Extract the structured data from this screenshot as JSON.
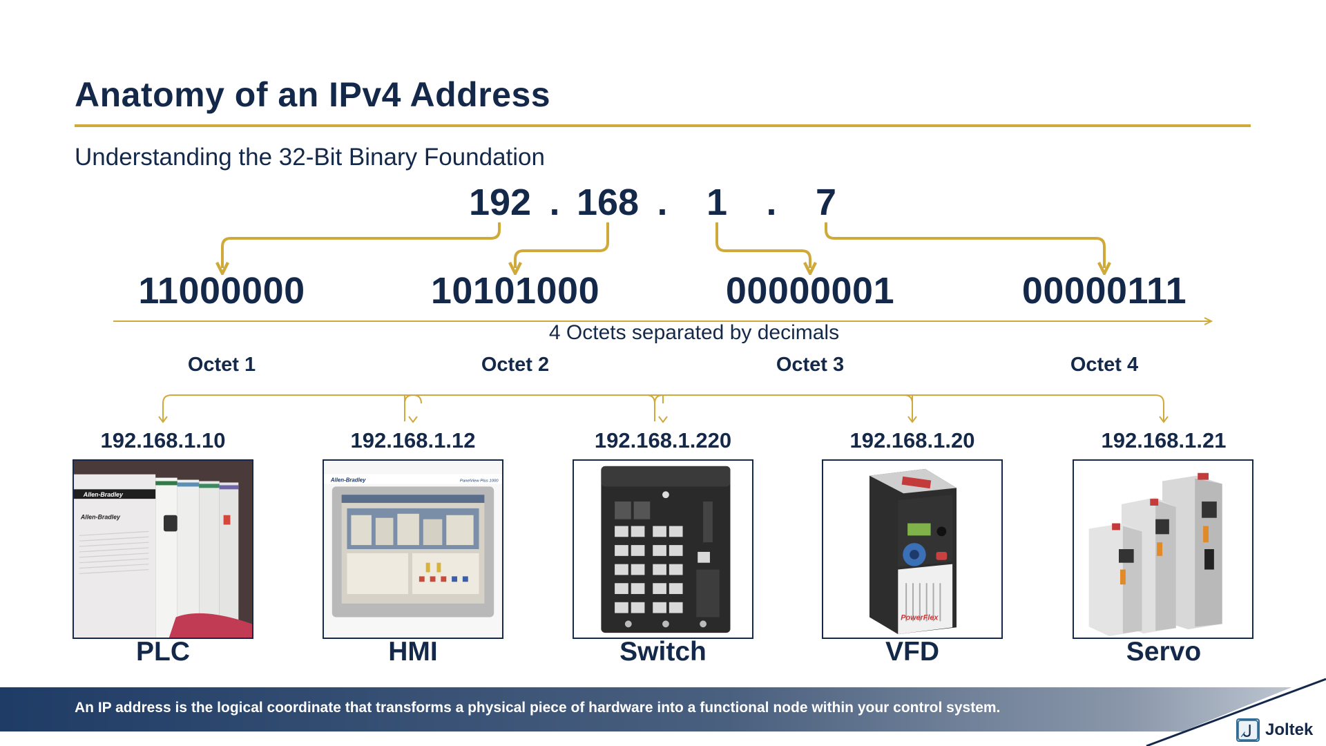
{
  "slide": {
    "title": "Anatomy of an IPv4 Address",
    "subtitle": "Understanding the 32-Bit Binary Foundation"
  },
  "ip_address": {
    "octets": [
      "192",
      "168",
      "1",
      "7"
    ],
    "separator": "."
  },
  "binary_octets": [
    "11000000",
    "10101000",
    "00000001",
    "00000111"
  ],
  "axis_caption": "4 Octets separated by decimals",
  "octet_labels": [
    "Octet 1",
    "Octet 2",
    "Octet 3",
    "Octet 4"
  ],
  "devices": [
    {
      "ip": "192.168.1.10",
      "name": "PLC",
      "brand_text": "Allen-Bradley"
    },
    {
      "ip": "192.168.1.12",
      "name": "HMI",
      "brand_text": "Allen-Bradley",
      "screen_text": "PanelView Plus 1000"
    },
    {
      "ip": "192.168.1.220",
      "name": "Switch"
    },
    {
      "ip": "192.168.1.20",
      "name": "VFD",
      "brand_text": "PowerFlex"
    },
    {
      "ip": "192.168.1.21",
      "name": "Servo"
    }
  ],
  "footer": {
    "text": "An IP address is the logical coordinate that transforms a physical piece of hardware into a functional node within your control system."
  },
  "logo": {
    "text": "Joltek",
    "icon": "joltek-logo-icon"
  },
  "colors": {
    "navy": "#14294a",
    "gold": "#cfa93a",
    "footer_start": "#1f3c66"
  }
}
